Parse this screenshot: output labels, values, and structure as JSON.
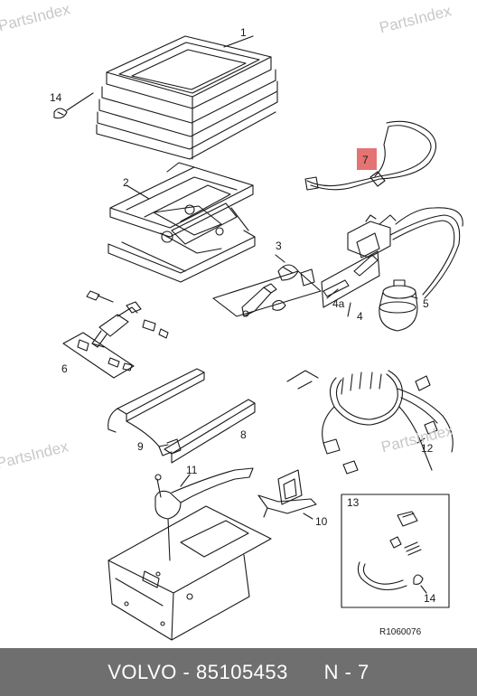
{
  "watermark": {
    "text": "PartsIndex"
  },
  "callouts": {
    "c1": "1",
    "c2": "2",
    "c3": "3",
    "c4": "4",
    "c4a": "4a",
    "c5": "5",
    "c6": "6",
    "c7": "7",
    "c8": "8",
    "c9": "9",
    "c10": "10",
    "c11": "11",
    "c12": "12",
    "c13": "13",
    "c14_left": "14",
    "c14_inset": "14"
  },
  "reference_code": "R1060076",
  "highlight_color": "#e57373",
  "footer": {
    "brand": "VOLVO",
    "separator": "-",
    "part_number": "85105453",
    "page_ref": "N - 7"
  }
}
